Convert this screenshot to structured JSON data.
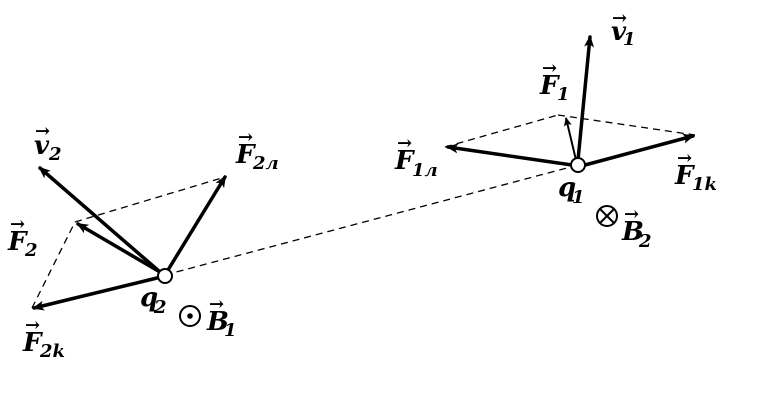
{
  "labels": {
    "v1": "v",
    "v1_sub": "1",
    "F1": "F",
    "F1_sub": "1",
    "F1l": "F",
    "F1l_sub": "1л",
    "F1k": "F",
    "F1k_sub": "1k",
    "q1": "q",
    "q1_sub": "1",
    "B2": "B",
    "B2_sub": "2",
    "v2": "v",
    "v2_sub": "2",
    "F2l": "F",
    "F2l_sub": "2л",
    "F2": "F",
    "F2_sub": "2",
    "F2k": "F",
    "F2k_sub": "2k",
    "q2": "q",
    "q2_sub": "2",
    "B1": "B",
    "B1_sub": "1"
  },
  "arrow_glyph": "→"
}
